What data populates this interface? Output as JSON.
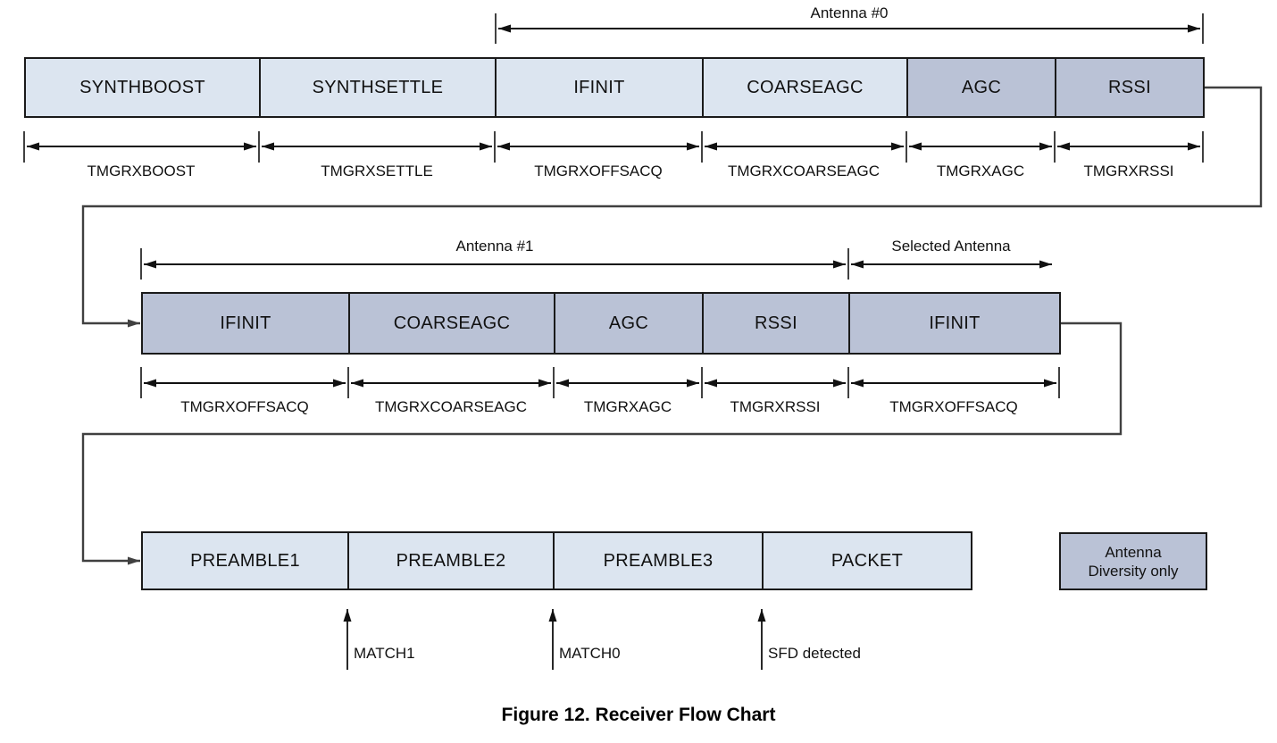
{
  "figure": {
    "caption": "Figure 12. Receiver Flow Chart"
  },
  "colors": {
    "box_light": "#dce5f0",
    "box_dark": "#bac2d6",
    "box_border": "#1a1a1a",
    "connector": "#404040",
    "text": "#111111"
  },
  "brackets": {
    "antenna0": "Antenna #0",
    "antenna1": "Antenna #1",
    "selected_antenna": "Selected Antenna"
  },
  "row1": {
    "boxes": [
      "SYNTHBOOST",
      "SYNTHSETTLE",
      "IFINIT",
      "COARSEAGC",
      "AGC",
      "RSSI"
    ],
    "timings": [
      "TMGRXBOOST",
      "TMGRXSETTLE",
      "TMGRXOFFSACQ",
      "TMGRXCOARSEAGC",
      "TMGRXAGC",
      "TMGRXRSSI"
    ]
  },
  "row2": {
    "boxes": [
      "IFINIT",
      "COARSEAGC",
      "AGC",
      "RSSI",
      "IFINIT"
    ],
    "timings": [
      "TMGRXOFFSACQ",
      "TMGRXCOARSEAGC",
      "TMGRXAGC",
      "TMGRXRSSI",
      "TMGRXOFFSACQ"
    ]
  },
  "row3": {
    "boxes": [
      "PREAMBLE1",
      "PREAMBLE2",
      "PREAMBLE3",
      "PACKET"
    ],
    "events": [
      "MATCH1",
      "MATCH0",
      "SFD detected"
    ]
  },
  "legend": {
    "line1": "Antenna",
    "line2": "Diversity only"
  }
}
